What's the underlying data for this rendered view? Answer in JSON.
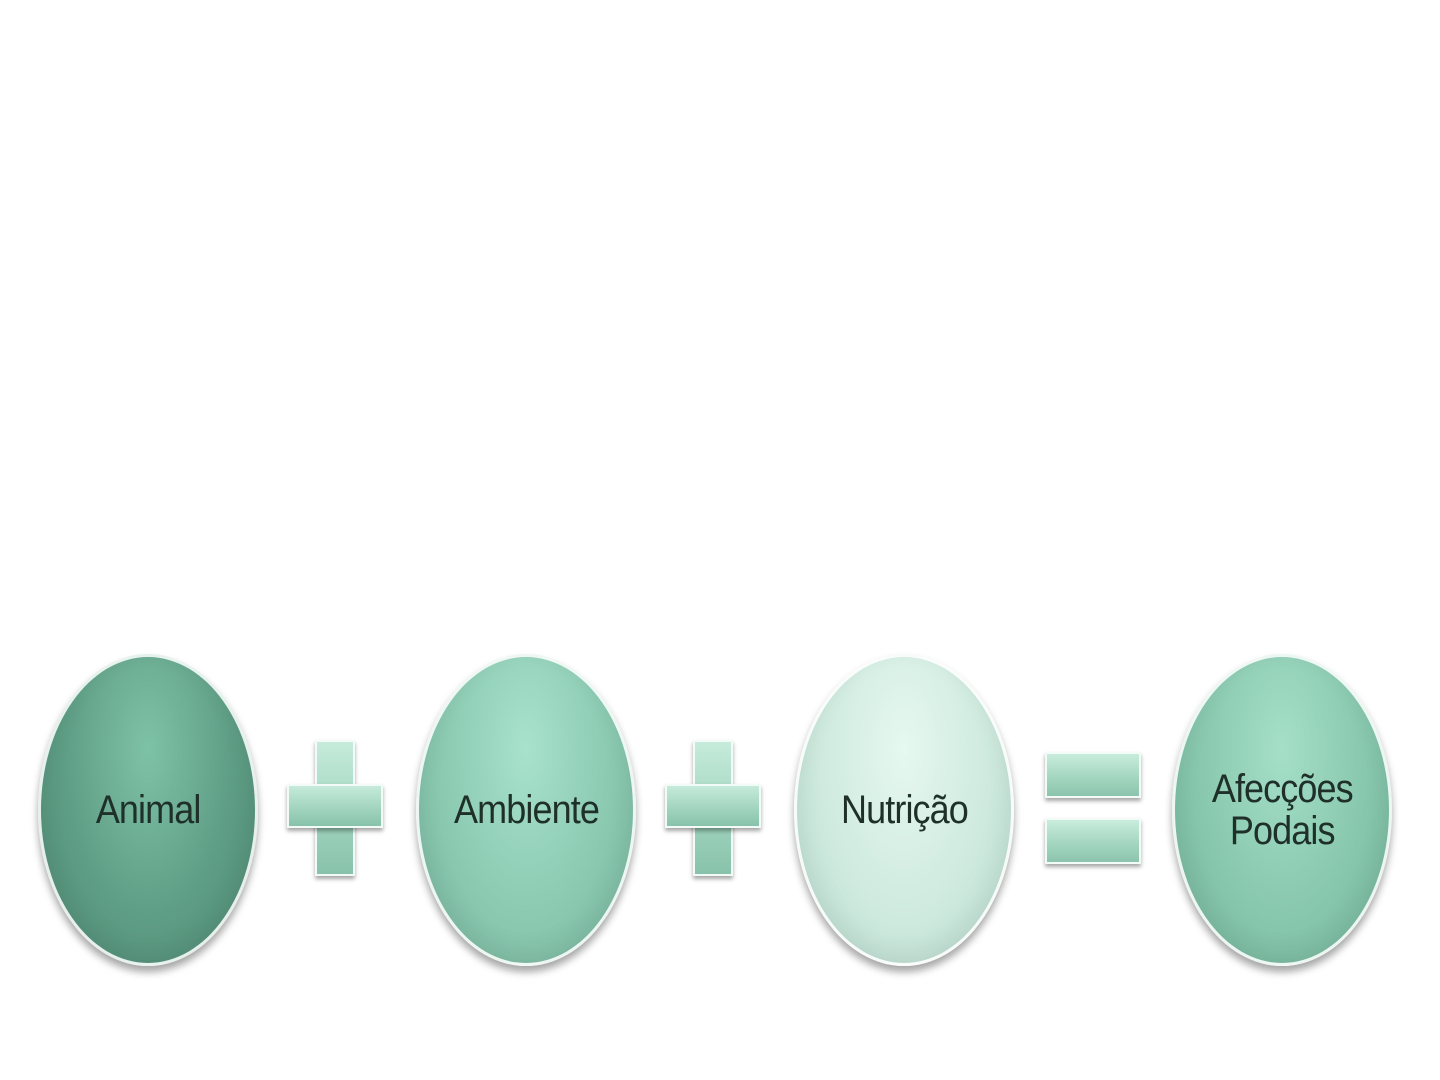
{
  "diagram": {
    "nodes": [
      {
        "id": "animal",
        "label": "Animal",
        "color": "#5f9e86"
      },
      {
        "id": "ambiente",
        "label": "Ambiente",
        "color": "#8ccab2"
      },
      {
        "id": "nutricao",
        "label": "Nutrição",
        "color": "#cfeadf"
      },
      {
        "id": "afeccoes",
        "label": "Afecções\nPodais",
        "color": "#88c8ae"
      }
    ],
    "operators": [
      "plus",
      "plus",
      "equals"
    ],
    "operator_color": "#a4d6c0"
  }
}
